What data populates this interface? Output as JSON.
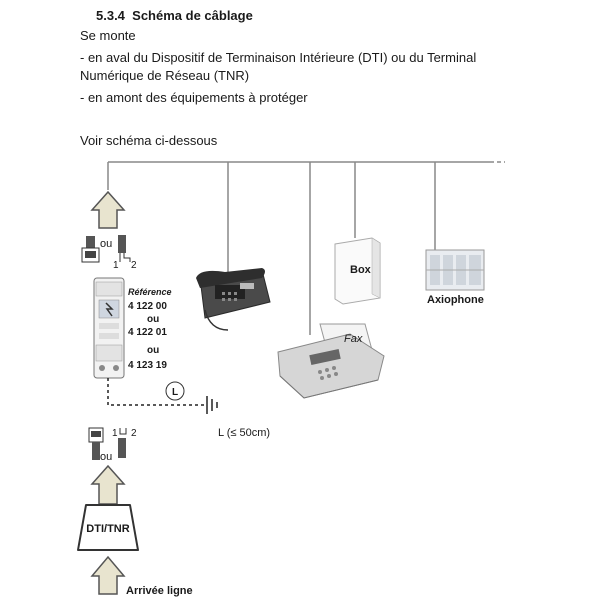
{
  "header": {
    "section_number": "5.3.4",
    "section_title": "Schéma de câblage",
    "intro": "Se monte",
    "bullet_1_line1": "- en aval du Dispositif de Terminaison Intérieure (DTI) ou du Terminal",
    "bullet_1_line2": "Numérique de Réseau (TNR)",
    "bullet_2": "- en amont des équipements à protéger",
    "see_below": "Voir schéma ci-dessous"
  },
  "diagram": {
    "top_connector_or": "ou",
    "top_wire_1": "1",
    "top_wire_2": "2",
    "reference_heading": "Référence",
    "references": [
      "4 122 00",
      "4 122 01",
      "4 123 19"
    ],
    "reference_separator": "ou",
    "ground_symbol": "L",
    "ground_length_label": "L (≤ 50cm)",
    "bottom_wire_1": "1",
    "bottom_wire_2": "2",
    "bottom_connector_or": "ou",
    "dti_label": "DTI/TNR",
    "line_arrival": "Arrivée ligne",
    "box_label": "Box",
    "axiophone_label": "Axiophone",
    "fax_label": "Fax"
  }
}
